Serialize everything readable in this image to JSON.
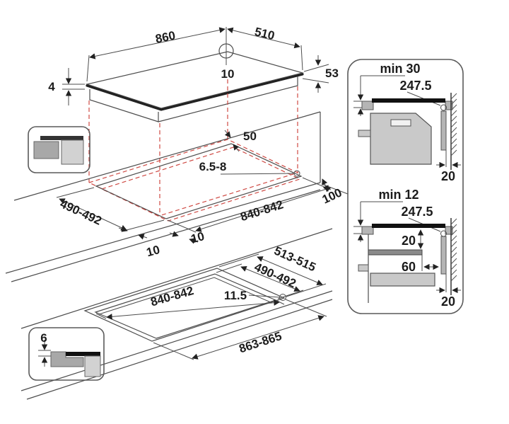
{
  "title": "Hob installation dimensions diagram",
  "colors": {
    "line": "#4d4d4d",
    "dark": "#1c1c1c",
    "red_dashed": "#cf4a44",
    "appliance_fill": "#c9c9c9",
    "worktop_fill": "#b5b5b5",
    "shelf_fill": "#8a8a8a",
    "cabinet_fill": "#d2d2d2",
    "hob_bar": "#111111"
  },
  "top_view": {
    "width": "860",
    "depth": "510",
    "hole_offset": "10",
    "glass_thickness": "4",
    "body_height": "53"
  },
  "cutout_view": {
    "back_clearance": "50",
    "hole_diameter": "6.5-8",
    "depth_range": "490-492",
    "width_range": "840-842",
    "right_clearance": "100",
    "gap_left": "10",
    "gap_front": "10"
  },
  "flush_view": {
    "outer_depth": "513-515",
    "inner_depth": "490-492",
    "ledge_width": "11.5",
    "inner_width": "840-842",
    "outer_width": "863-865"
  },
  "inset_flush": {
    "recess_depth": "6"
  },
  "section_oven": {
    "min_clearance": "min 30",
    "half_width": "247.5",
    "wall_gap": "20"
  },
  "section_drawer": {
    "min_clearance": "min 12",
    "half_width": "247.5",
    "vent_gap": "20",
    "shelf_inset": "60",
    "wall_gap": "20"
  }
}
